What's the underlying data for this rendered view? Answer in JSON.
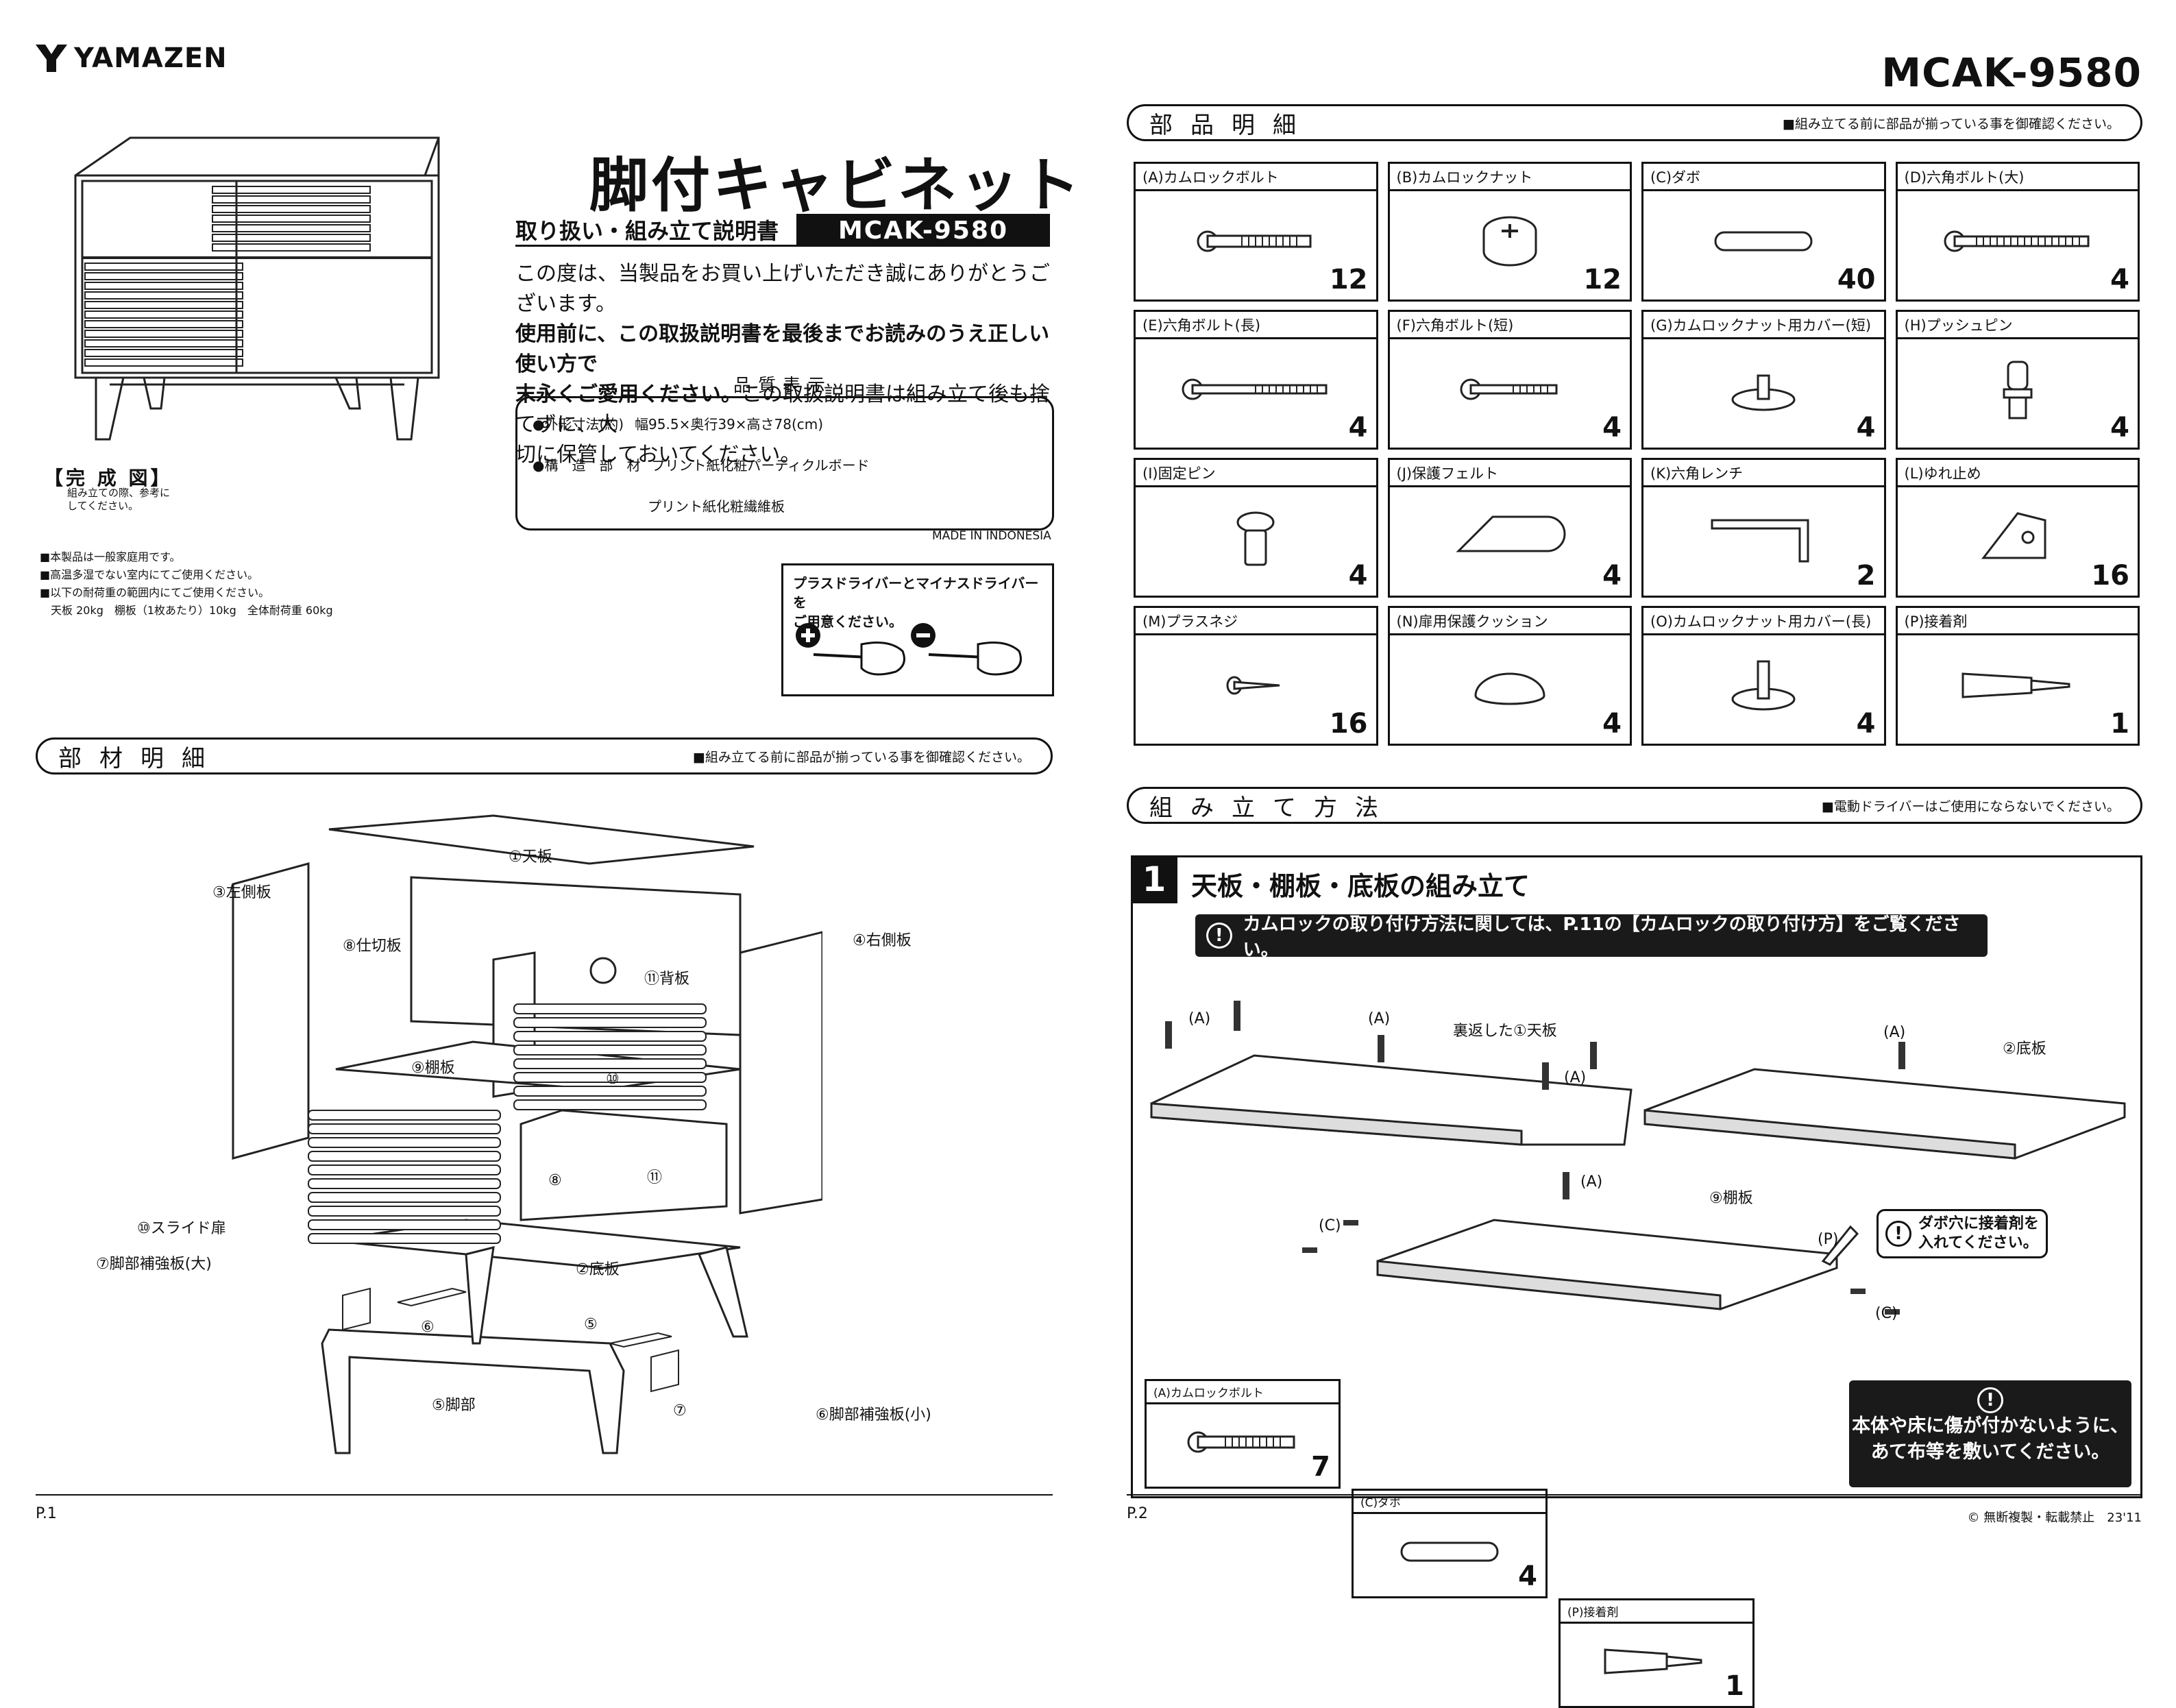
{
  "brand": "YAMAZEN",
  "model": "MCAK-9580",
  "title": "脚付キャビネット",
  "subtitle": "取り扱い・組み立て説明書",
  "subtitle_model": "MCAK-9580",
  "intro": {
    "line1": "この度は、当製品をお買い上げいただき誠にありがとうございます。",
    "line2": "使用前に、この取扱説明書を最後までお読みのうえ正しい使い方で",
    "line3a": "末永くご愛用ください。",
    "line3b": "この取扱説明書は組み立て後も捨てずに、大",
    "line4": "切に保管しておいてください。"
  },
  "quality": {
    "title": "品質表示",
    "size_label": "●外形寸法(約)",
    "size_value": "幅95.5×奥行39×高さ78(cm)",
    "material_label": "●構　造　部　材",
    "material_1": "プリント紙化粧パーティクルボード",
    "material_2": "プリント紙化粧繊維板",
    "made_in": "MADE IN INDONESIA"
  },
  "driver_note": {
    "line1": "プラスドライバーとマイナスドライバーを",
    "line2": "ご用意ください。"
  },
  "complete": {
    "label": "【完 成 図】",
    "note1": "組み立ての際、参考に",
    "note2": "してください。"
  },
  "notes": {
    "n1": "■本製品は一般家庭用です。",
    "n2": "■高温多湿でない室内にてご使用ください。",
    "n3": "■以下の耐荷重の範囲内にてご使用ください。",
    "n4": "天板 20kg　棚板（1枚あたり）10kg　全体耐荷重 60kg"
  },
  "sections": {
    "materials": {
      "title": "部材明細",
      "note": "■組み立てる前に部品が揃っている事を御確認ください。"
    },
    "parts": {
      "title": "部品明細",
      "note": "■組み立てる前に部品が揃っている事を御確認ください。"
    },
    "assembly": {
      "title": "組み立て方法",
      "note": "■電動ドライバーはご使用にならないでください。"
    }
  },
  "panels": {
    "p1": "①天板",
    "p3": "③左側板",
    "p4": "④右側板",
    "p8": "⑧仕切板",
    "p11": "⑪背板",
    "p9": "⑨棚板",
    "p10": "⑩",
    "p10s": "⑩スライド扉",
    "p7": "⑦脚部補強板(大)",
    "p2": "②底板",
    "p5": "⑤脚部",
    "p6": "⑥脚部補強板(小)",
    "n8": "⑧",
    "n11": "⑪",
    "n6": "⑥",
    "n5": "⑤",
    "n7": "⑦"
  },
  "parts": [
    {
      "label": "(A)カムロックボルト",
      "qty": "12",
      "icon": "cam-bolt"
    },
    {
      "label": "(B)カムロックナット",
      "qty": "12",
      "icon": "cam-nut"
    },
    {
      "label": "(C)ダボ",
      "qty": "40",
      "icon": "dowel"
    },
    {
      "label": "(D)六角ボルト(大)",
      "qty": "4",
      "icon": "long-bolt"
    },
    {
      "label": "(E)六角ボルト(長)",
      "qty": "4",
      "icon": "hex-bolt-long"
    },
    {
      "label": "(F)六角ボルト(短)",
      "qty": "4",
      "icon": "hex-bolt-short"
    },
    {
      "label": "(G)カムロックナット用カバー(短)",
      "qty": "4",
      "icon": "cover-short"
    },
    {
      "label": "(H)プッシュピン",
      "qty": "4",
      "icon": "push-pin"
    },
    {
      "label": "(I)固定ピン",
      "qty": "4",
      "icon": "fix-pin"
    },
    {
      "label": "(J)保護フェルト",
      "qty": "4",
      "icon": "felt"
    },
    {
      "label": "(K)六角レンチ",
      "qty": "2",
      "icon": "hex-wrench"
    },
    {
      "label": "(L)ゆれ止め",
      "qty": "16",
      "icon": "bracket"
    },
    {
      "label": "(M)プラスネジ",
      "qty": "16",
      "icon": "screw"
    },
    {
      "label": "(N)扉用保護クッション",
      "qty": "4",
      "icon": "cushion"
    },
    {
      "label": "(O)カムロックナット用カバー(長)",
      "qty": "4",
      "icon": "cover-long"
    },
    {
      "label": "(P)接着剤",
      "qty": "1",
      "icon": "glue"
    }
  ],
  "step": {
    "number": "1",
    "title": "天板・棚板・底板の組み立て",
    "warning": "カムロックの取り付け方法に関しては、P.11の【カムロックの取り付け方】をご覧ください。",
    "labels": {
      "a": "(A)",
      "c": "(C)",
      "p": "(P)",
      "top": "裏返した①天板",
      "bottom": "②底板",
      "shelf": "⑨棚板"
    },
    "glue_note_1": "ダボ穴に接着剤を",
    "glue_note_2": "入れてください。",
    "small_parts": [
      {
        "label": "(A)カムロックボルト",
        "qty": "7"
      },
      {
        "label": "(C)ダボ",
        "qty": "4"
      },
      {
        "label": "(P)接着剤",
        "qty": "1"
      }
    ],
    "caution_1": "本体や床に傷が付かないように、",
    "caution_2": "あて布等を敷いてください。"
  },
  "pages": {
    "p1": "P.1",
    "p2": "P.2"
  },
  "copyright": "© 無断複製・転載禁止　23'11"
}
